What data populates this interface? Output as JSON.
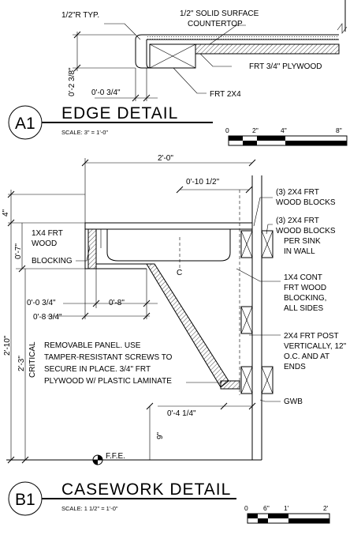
{
  "edge_detail": {
    "radius_note": "1/2\"R TYP.",
    "countertop_line1": "1/2\" SOLID SURFACE",
    "countertop_line2": "COUNTERTOP",
    "plywood_note": "FRT 3/4\" PLYWOOD",
    "frt_2x4_note": "FRT 2X4",
    "dim_height": "0'-2 3/8\"",
    "dim_overhang": "0'-0 3/4\"",
    "bubble": "A1",
    "title": "EDGE DETAIL",
    "scale": "SCALE: 3\" = 1'-0\"",
    "bar_labels": [
      "0",
      "2\"",
      "4\"",
      "8\""
    ]
  },
  "casework_detail": {
    "dim_overall_width": "2'-0\"",
    "dim_10_half": "0'-10 1/2\"",
    "dim_4": "4\"",
    "dim_7": "0'-7\"",
    "dim_2_10": "2'-10\"",
    "dim_2_3_critical_line1": "2'-3\"",
    "dim_2_3_critical_line2": "CRITICAL",
    "dim_9": "9\"",
    "dim_0_3_4": "0'-0 3/4\"",
    "dim_0_8": "0'-8\"",
    "dim_0_8_3_4": "0'-8 3/4\"",
    "dim_0_4_1_4": "0'-4 1/4\"",
    "blocking_note": [
      "1X4 FRT",
      "WOOD",
      "BLOCKING"
    ],
    "panel_note": [
      "REMOVABLE PANEL. USE",
      "TAMPER-RESISTANT SCREWS TO",
      "SECURE IN PLACE. 3/4\" FRT",
      "PLYWOOD W/ PLASTIC LAMINATE"
    ],
    "blocks_3_note": [
      "(3) 2X4 FRT",
      "WOOD BLOCKS"
    ],
    "blocks_sink_note": [
      "(3) 2X4 FRT",
      "WOOD BLOCKS",
      "PER SINK",
      "IN WALL"
    ],
    "cont_blocking_note": [
      "1X4 CONT",
      "FRT WOOD",
      "BLOCKING,",
      "ALL SIDES"
    ],
    "post_note": [
      "2X4 FRT POST",
      "VERTICALLY, 12\"",
      "O.C. AND AT",
      "ENDS"
    ],
    "gwb_note": "GWB",
    "centerline": "C",
    "ffe": "F.F.E.",
    "bubble": "B1",
    "title": "CASEWORK DETAIL",
    "scale": "SCALE: 1 1/2\" = 1'-0\"",
    "bar_labels": [
      "0",
      "6\"",
      "1'",
      "2'"
    ]
  }
}
